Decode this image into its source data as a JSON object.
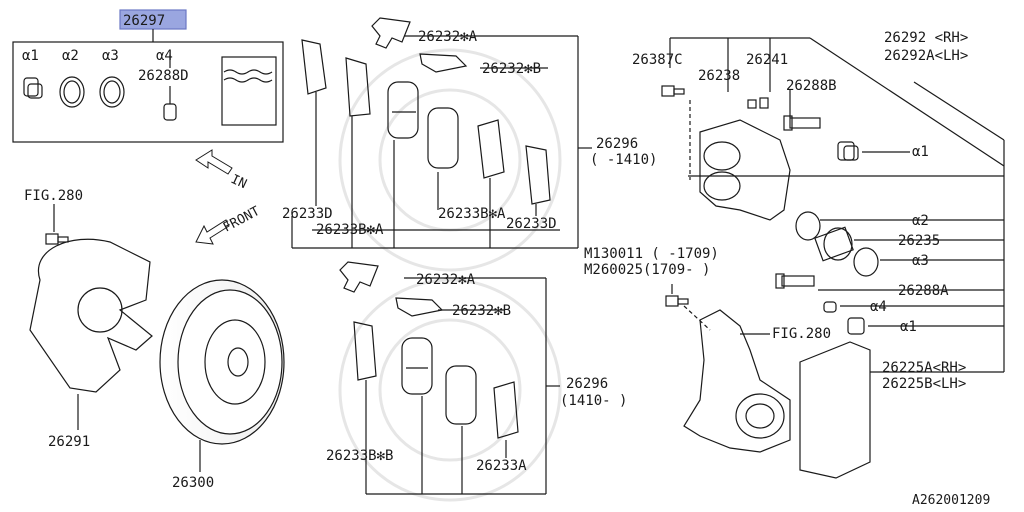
{
  "labels": {
    "kit_part": "26297",
    "kit_a1": "α1",
    "kit_a2": "α2",
    "kit_a3": "α3",
    "kit_a4": "α4",
    "kit_pin": "26288D",
    "fig280_top": "FIG.280",
    "dir_in": "IN",
    "dir_front": "FRONT",
    "shield": "26291",
    "rotor": "26300",
    "clip_a_top": "26232✻A",
    "clip_b_top": "26232✻B",
    "pad_set_top": "26296",
    "pad_set_top_range": "(  -1410)",
    "shim_d_left": "26233D",
    "shim_b_a": "26233B✻A",
    "shim_b_a_2": "26233B✻A",
    "shim_d_right": "26233D",
    "clip_a_bot": "26232✻A",
    "clip_b_bot": "26232✻B",
    "pad_set_bot": "26296",
    "pad_set_bot_range": "(1410-  )",
    "shim_b_b": "26233B✻B",
    "shim_a": "26233A",
    "bolt_c": "26387C",
    "bleeder": "26241",
    "bleeder_cap": "26238",
    "pin_b": "26288B",
    "caliper_rh": "26292 <RH>",
    "caliper_lh": "26292A<LH>",
    "r_a1": "α1",
    "r_a2": "α2",
    "piston": "26235",
    "r_a3": "α3",
    "pin_a": "26288A",
    "r_a4": "α4",
    "r_a1_b": "α1",
    "bolt_m1": "M130011  ( -1709)",
    "bolt_m2": "M260025(1709- )",
    "fig280_mid": "FIG.280",
    "support_rh": "26225A<RH>",
    "support_lh": "26225B<LH>",
    "diagram_id": "A262001209"
  },
  "colors": {
    "ink": "#1a1a1a",
    "highlight": "#9aa6e0",
    "watermark": "#e8e8e8"
  }
}
